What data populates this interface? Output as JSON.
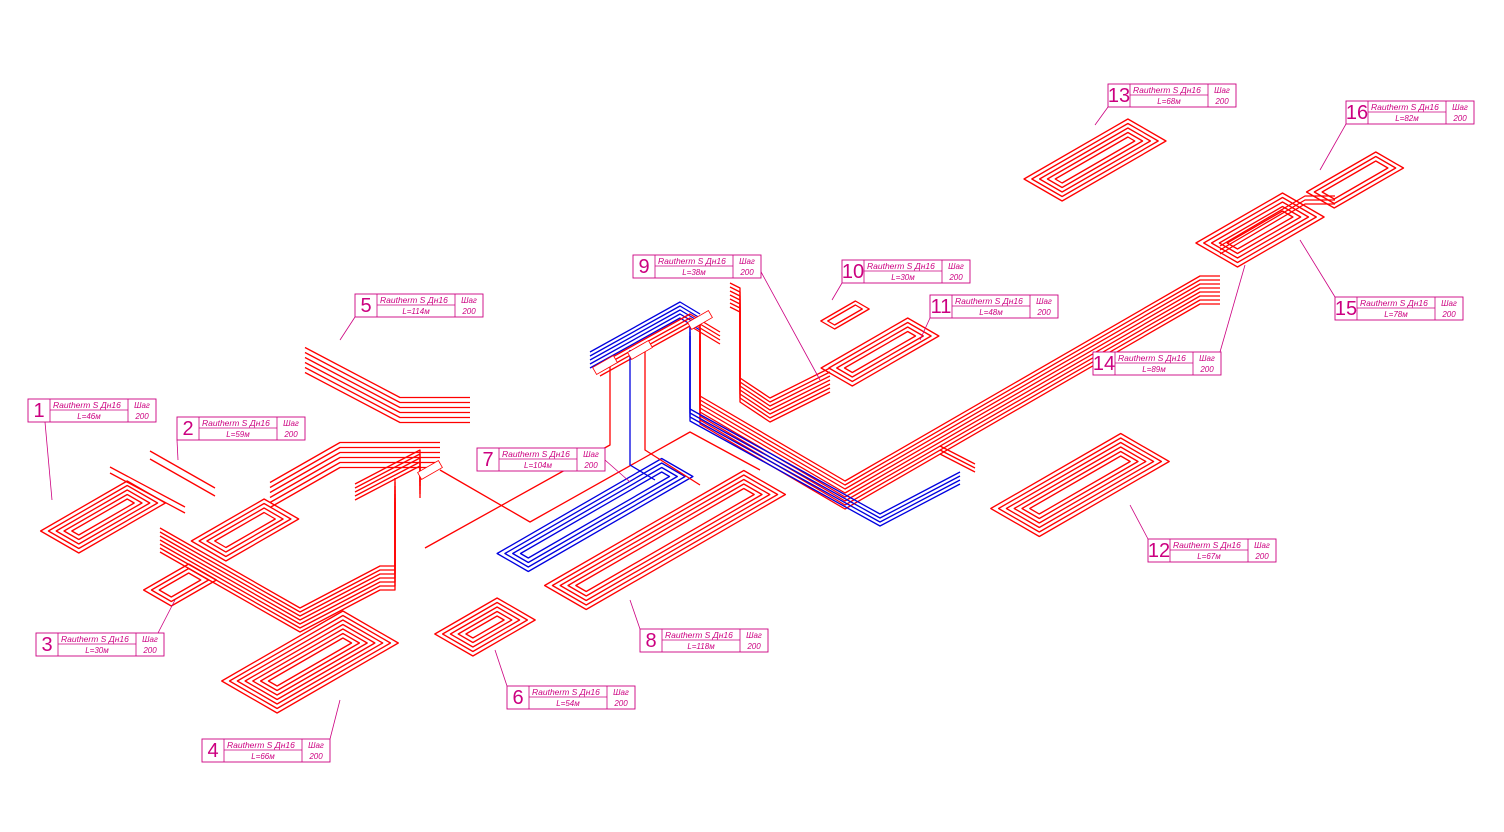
{
  "colors": {
    "supply": "#ff0000",
    "return": "#0000e0",
    "tag": "#cc0080"
  },
  "loops": [
    {
      "num": "1",
      "pipe": "Rautherm S Дн16",
      "length": "L=46м",
      "step_label": "Шаг",
      "step": "200"
    },
    {
      "num": "2",
      "pipe": "Rautherm S Дн16",
      "length": "L=59м",
      "step_label": "Шаг",
      "step": "200"
    },
    {
      "num": "3",
      "pipe": "Rautherm S Дн16",
      "length": "L=30м",
      "step_label": "Шаг",
      "step": "200"
    },
    {
      "num": "4",
      "pipe": "Rautherm S Дн16",
      "length": "L=66м",
      "step_label": "Шаг",
      "step": "200"
    },
    {
      "num": "5",
      "pipe": "Rautherm S Дн16",
      "length": "L=114м",
      "step_label": "Шаг",
      "step": "200"
    },
    {
      "num": "6",
      "pipe": "Rautherm S Дн16",
      "length": "L=54м",
      "step_label": "Шаг",
      "step": "200"
    },
    {
      "num": "7",
      "pipe": "Rautherm S Дн16",
      "length": "L=104м",
      "step_label": "Шаг",
      "step": "200"
    },
    {
      "num": "8",
      "pipe": "Rautherm S Дн16",
      "length": "L=118м",
      "step_label": "Шаг",
      "step": "200"
    },
    {
      "num": "9",
      "pipe": "Rautherm S Дн16",
      "length": "L=38м",
      "step_label": "Шаг",
      "step": "200"
    },
    {
      "num": "10",
      "pipe": "Rautherm S Дн16",
      "length": "L=30м",
      "step_label": "Шаг",
      "step": "200"
    },
    {
      "num": "11",
      "pipe": "Rautherm S Дн16",
      "length": "L=48м",
      "step_label": "Шаг",
      "step": "200"
    },
    {
      "num": "12",
      "pipe": "Rautherm S Дн16",
      "length": "L=67м",
      "step_label": "Шаг",
      "step": "200"
    },
    {
      "num": "13",
      "pipe": "Rautherm S Дн16",
      "length": "L=68м",
      "step_label": "Шаг",
      "step": "200"
    },
    {
      "num": "14",
      "pipe": "Rautherm S Дн16",
      "length": "L=89м",
      "step_label": "Шаг",
      "step": "200"
    },
    {
      "num": "15",
      "pipe": "Rautherm S Дн16",
      "length": "L=78м",
      "step_label": "Шаг",
      "step": "200"
    },
    {
      "num": "16",
      "pipe": "Rautherm S Дн16",
      "length": "L=82м",
      "step_label": "Шаг",
      "step": "200"
    }
  ]
}
